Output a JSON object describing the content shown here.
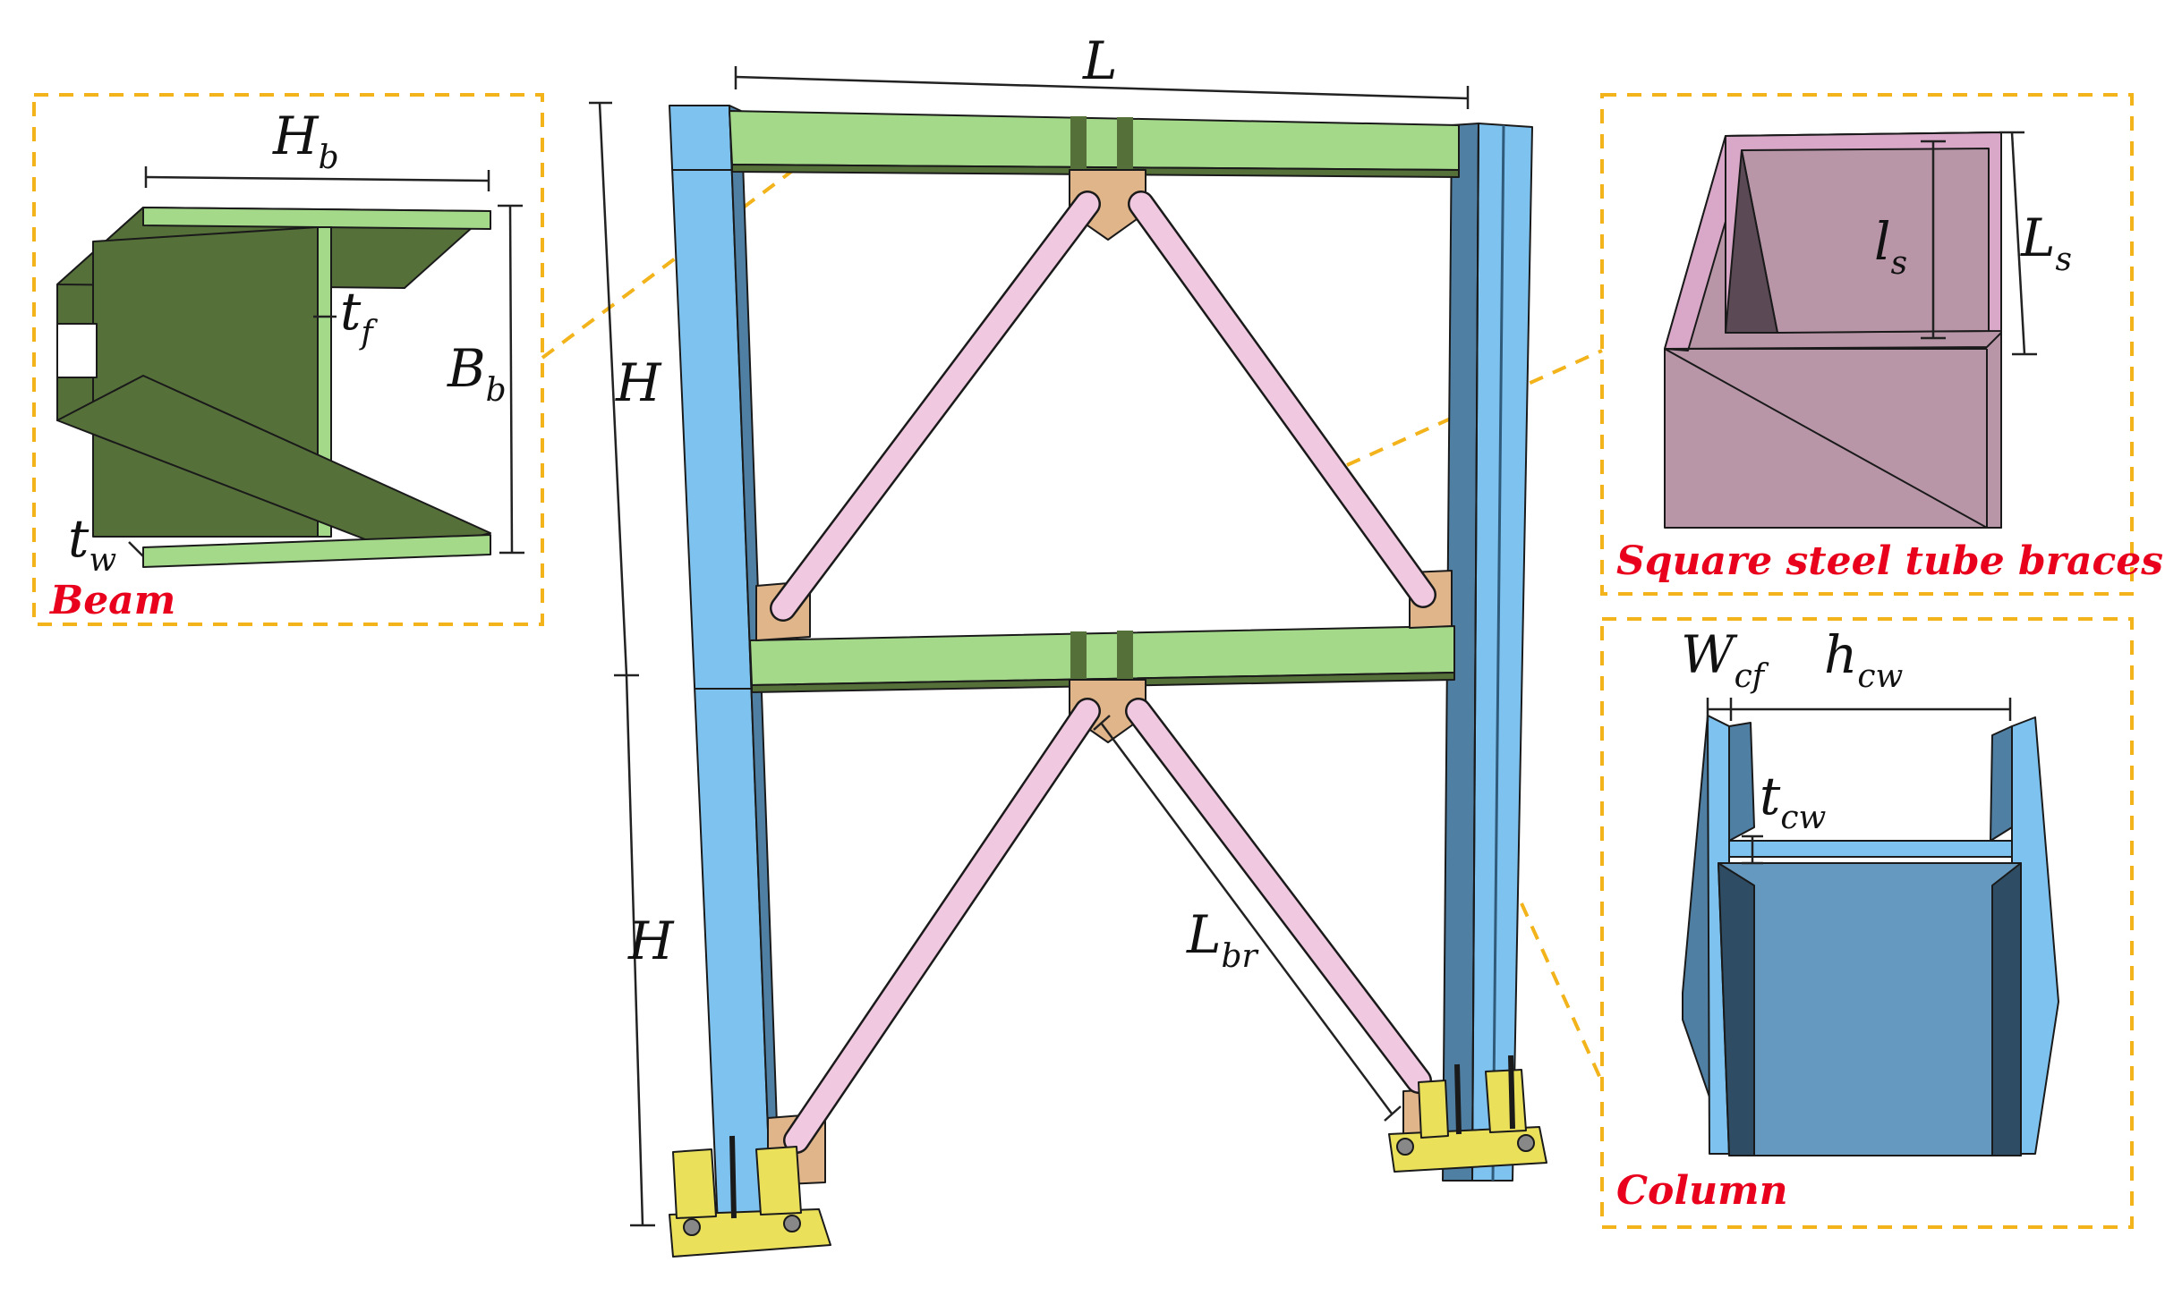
{
  "frame": {
    "span": "L",
    "story_height_upper": "H",
    "story_height_lower": "H",
    "brace_length": {
      "main": "L",
      "sub": "br"
    }
  },
  "beam_detail": {
    "caption": "Beam",
    "width": {
      "main": "H",
      "sub": "b"
    },
    "height": {
      "main": "B",
      "sub": "b"
    },
    "flange_thickness": {
      "main": "t",
      "sub": "f"
    },
    "web_thickness": {
      "main": "t",
      "sub": "w"
    }
  },
  "brace_detail": {
    "caption": "Square steel tube braces",
    "inner_side": {
      "main": "l",
      "sub": "s"
    },
    "outer_side": {
      "main": "L",
      "sub": "s"
    }
  },
  "column_detail": {
    "caption": "Column",
    "flange_width": {
      "main": "W",
      "sub": "cf"
    },
    "web_height": {
      "main": "h",
      "sub": "cw"
    },
    "web_thickness": {
      "main": "t",
      "sub": "cw"
    }
  },
  "colors": {
    "column": "#7ec3f0",
    "column_dark": "#4f7fa3",
    "beam": "#a5d98a",
    "beam_dark": "#56703a",
    "brace": "#f0c8e0",
    "gusset": "#e0b58a",
    "base_plate": "#eae05a",
    "callout_border": "#f2b31b",
    "caption": "#e8001c"
  }
}
